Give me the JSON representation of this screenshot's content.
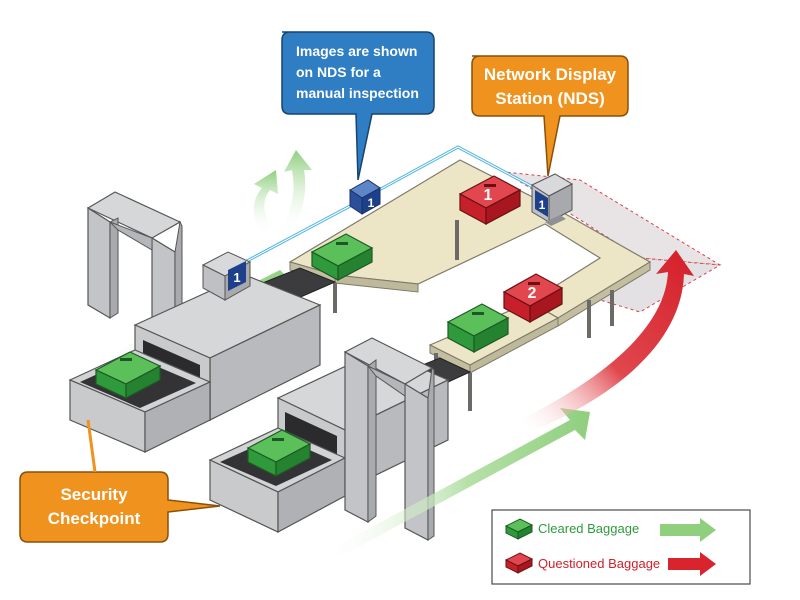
{
  "callouts": {
    "images": {
      "lines": [
        "Images are shown",
        "on NDS for a",
        "manual inspection"
      ]
    },
    "nds": {
      "lines": [
        "Network Display",
        "Station (NDS)"
      ]
    },
    "checkpoint": {
      "lines": [
        "Security",
        "Checkpoint"
      ]
    }
  },
  "monitors": {
    "left_label": "1",
    "mid_label": "1",
    "right_label": "1"
  },
  "bags": {
    "red_one_label": "1",
    "red_two_label": "2"
  },
  "legend": {
    "cleared": "Cleared Baggage",
    "questioned": "Questioned Baggage"
  },
  "colors": {
    "cleared_green": "#2e9a3c",
    "questioned_red": "#d0202a",
    "arrow_green": "#9ad48a",
    "arrow_red": "#d9232d",
    "callout_blue": "#2f7dc3",
    "callout_orange": "#f0921e",
    "table_beige": "#ece6c6",
    "machine_gray": "#c9cacc",
    "network_line": "#4fb4e0"
  }
}
